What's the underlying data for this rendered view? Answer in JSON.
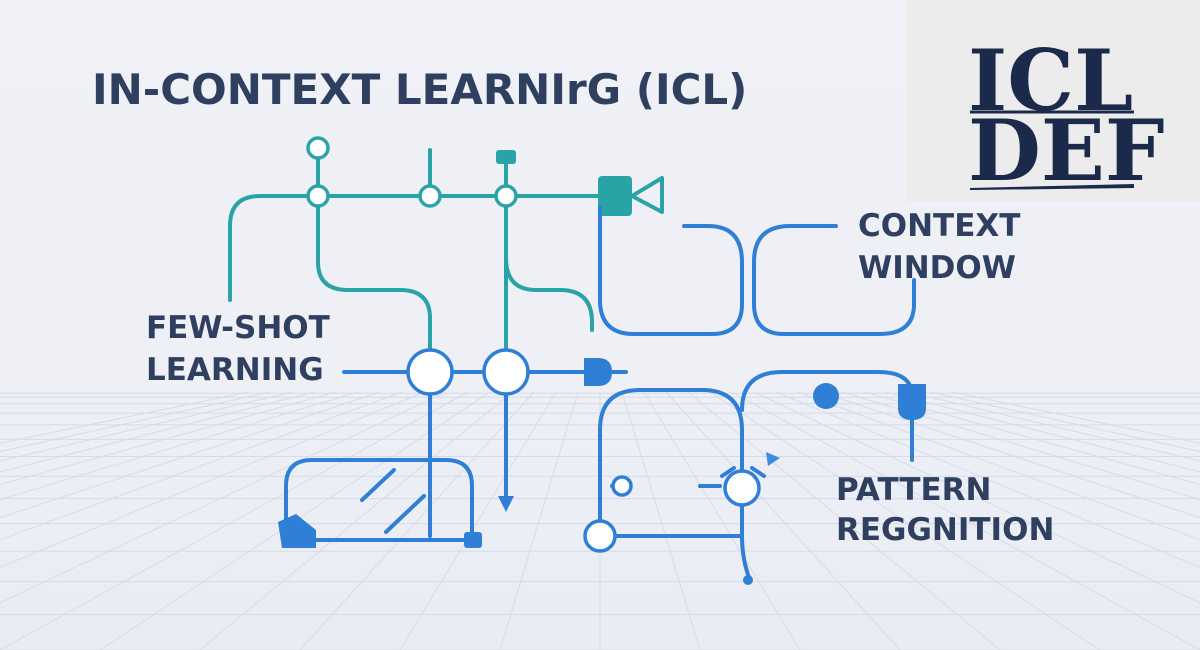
{
  "title": "IN-CONTEXT LEARNIrG (ICL)",
  "labels": {
    "few_shot_line1": "FEW-SHOT",
    "few_shot_line2": "LEARNING",
    "context_line1": "CONTEXT",
    "context_line2": "WINDOW",
    "pattern_line1": "PATTERN",
    "pattern_line2": "REGGNITION"
  },
  "logo": {
    "line1": "ICL",
    "line2": "DEF"
  },
  "colors": {
    "teal": "#2aa3a6",
    "blue": "#2f7fd6",
    "blue_light": "#3d8ee0",
    "text": "#2f3f5f",
    "logo": "#1b2a4a",
    "logo_bg": "#ececec"
  }
}
